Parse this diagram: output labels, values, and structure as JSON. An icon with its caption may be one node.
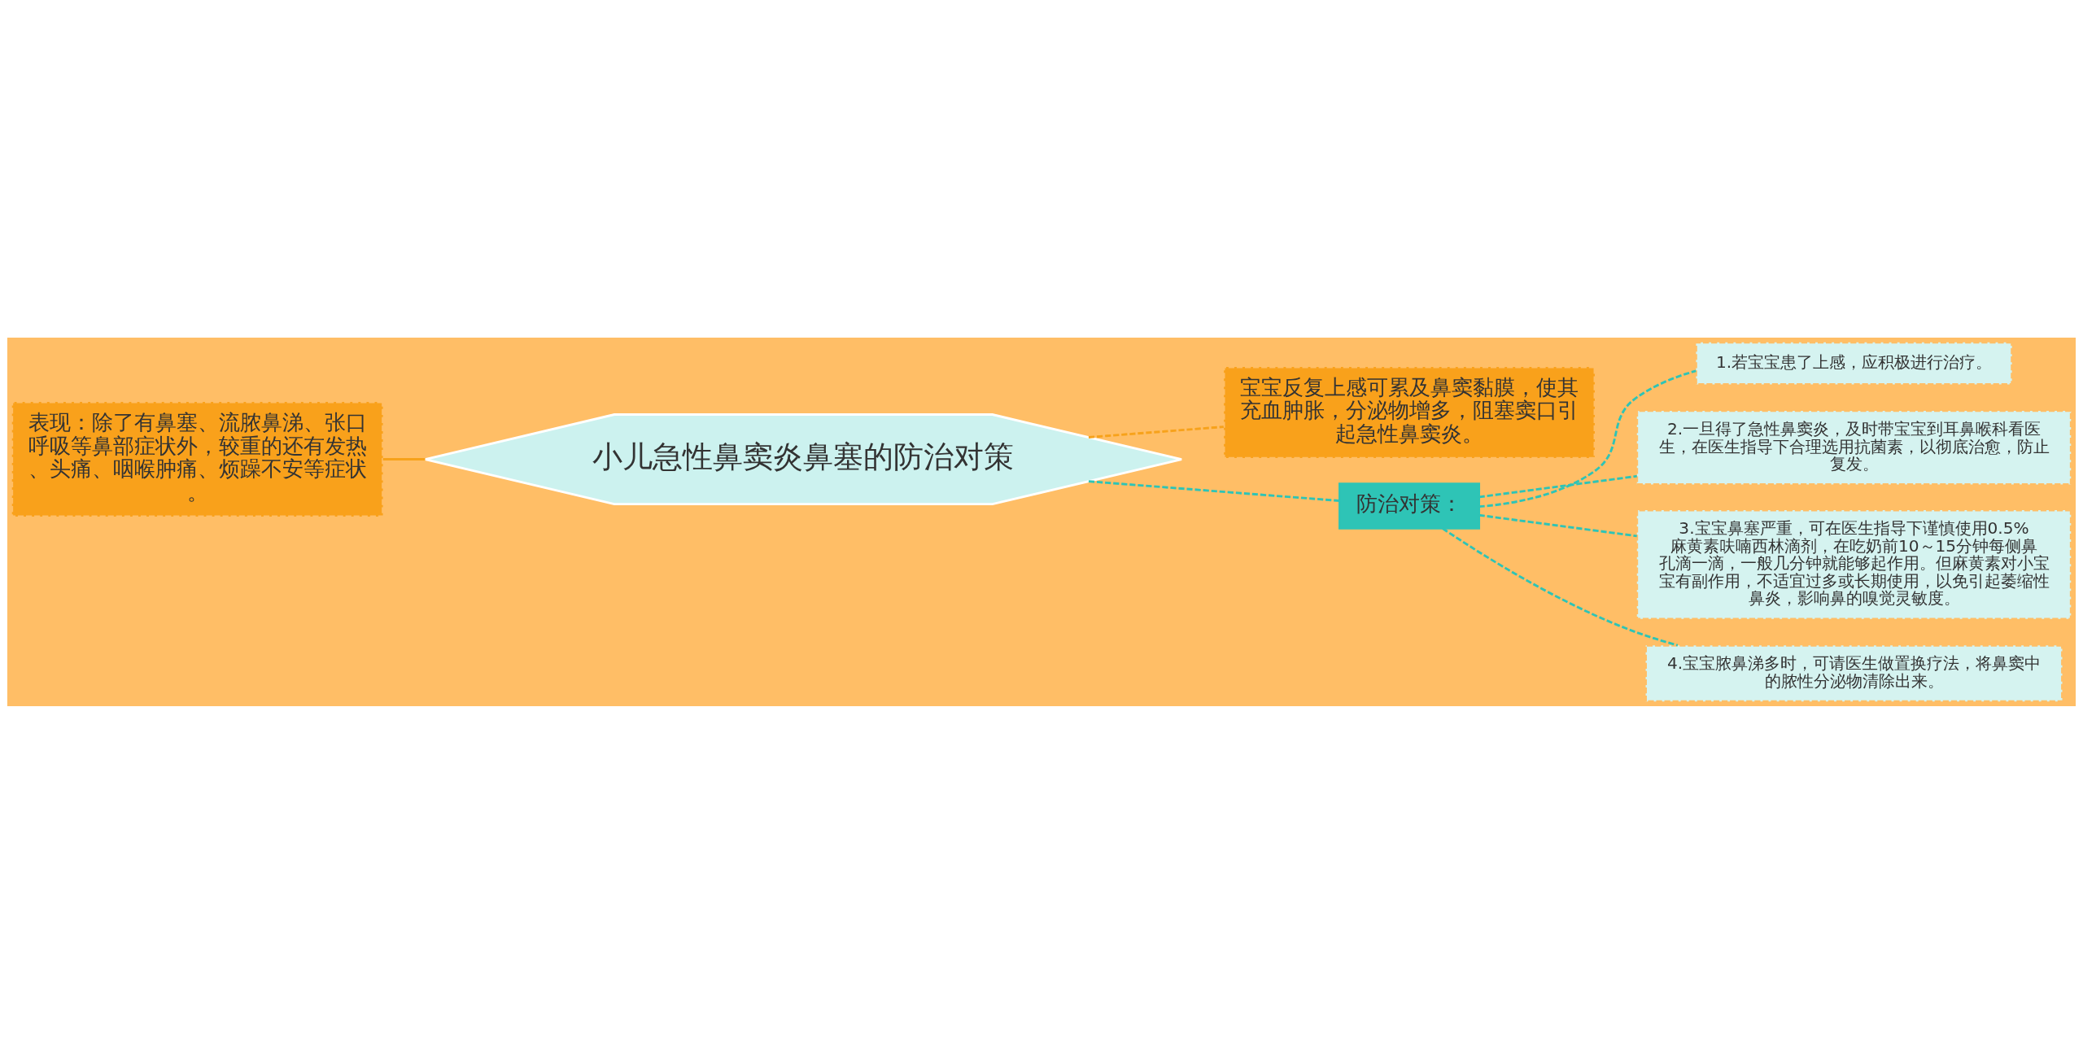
{
  "diagram": {
    "nodes": [
      {
        "text": [
          "小儿急性鼻窦炎鼻塞的防治对策"
        ]
      },
      {
        "text": [
          "表现：除了有鼻塞、流脓鼻涕、张口呼吸等鼻部症状外，较重的还有发热、头痛、咽喉肿痛、烦躁不安等症状。"
        ]
      },
      {
        "text": [
          "宝宝反复上感可累及鼻窦黏膜，使其充血肿胀，分泌物增多，阻塞窦口引起急性鼻窦炎。"
        ]
      },
      {
        "text": [
          "防治对策："
        ]
      },
      {
        "text": [
          "1.若宝宝患了上感，应积极进行治疗。"
        ]
      },
      {
        "text": [
          "2.一旦得了急性鼻窦炎，及时带宝宝到耳鼻喉科看医生，在医生指导下合理选用抗菌素，以彻底治愈，防止复发。"
        ]
      },
      {
        "text": [
          "3.宝宝鼻塞严重，可在医生指导下谨慎使用0.5%麻黄素呋喃西林滴剂，在吃奶前10～15分钟每侧鼻孔滴一滴，一般几分钟就能够起作用。但麻黄素对小宝宝有副作用，不适宜过多或长期使用，以免引起萎缩性鼻炎，影响鼻的嗅觉灵敏度。"
        ]
      },
      {
        "text": [
          "4.宝宝脓鼻涕多时，可请医生做置换疗法，将鼻窦中的脓性分泌物清除出来。"
        ]
      }
    ],
    "edges": [
      {
        "from": 0,
        "to": 1,
        "arrow": "none",
        "color": "#f7a21b"
      },
      {
        "from": 0,
        "to": 2,
        "arrow": "none",
        "style": "dashed",
        "color": "#f7a21b"
      },
      {
        "from": 0,
        "to": 3,
        "arrow": "none",
        "style": "dashed"
      },
      {
        "from": 3,
        "to": 4,
        "arrow": "none",
        "style": "dashed"
      },
      {
        "from": 3,
        "to": 5,
        "arrow": "none",
        "style": "dashed"
      },
      {
        "from": 3,
        "to": 6,
        "arrow": "none",
        "style": "dashed"
      },
      {
        "from": 3,
        "to": 7,
        "arrow": "none",
        "style": "dashed"
      }
    ]
  }
}
